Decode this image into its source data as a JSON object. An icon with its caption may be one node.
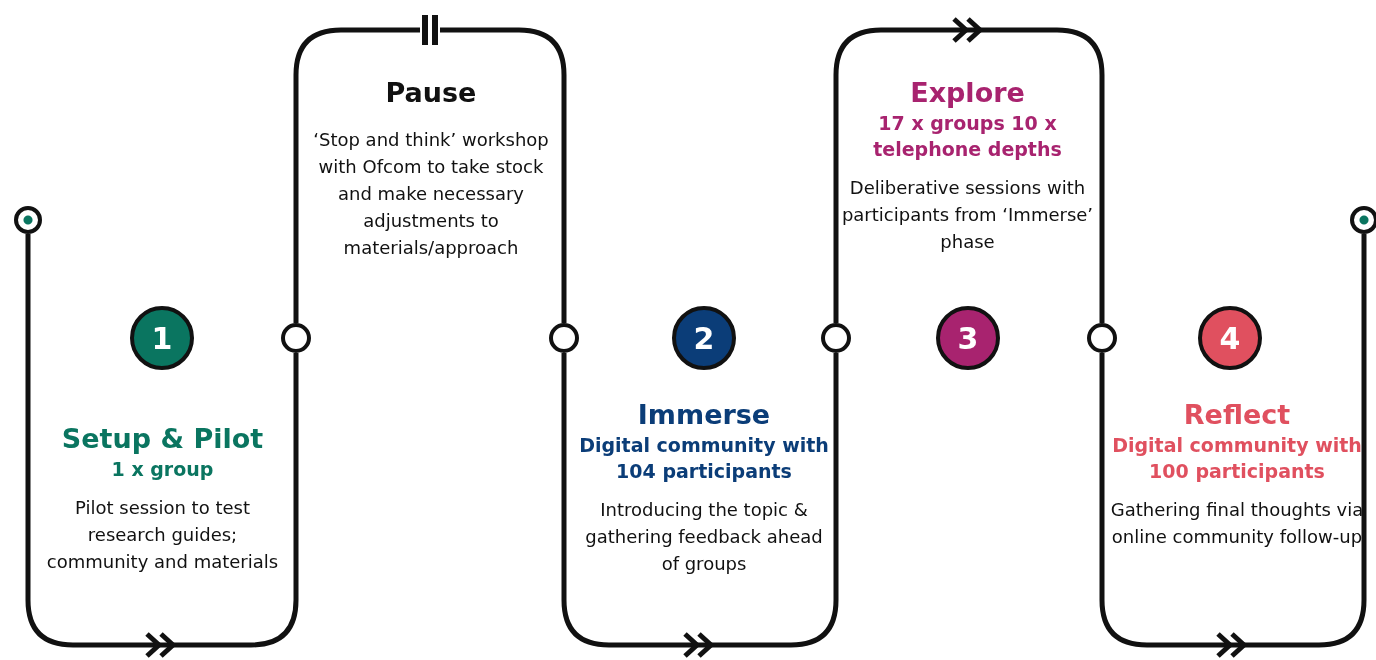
{
  "diagram": {
    "nodes": [
      {
        "text": [],
        "shape": "circle"
      },
      {
        "text": [
          "1"
        ]
      },
      {
        "text": [
          "Setup & Pilot",
          "1 x group",
          "Pilot session to test research guides; community and materials"
        ]
      },
      {
        "text": [],
        "shape": "circle"
      },
      {
        "text": [
          "Pause",
          "‘Stop and think’ workshop with Ofcom to take stock and make necessary adjustments to materials/approach"
        ]
      },
      {
        "text": [],
        "shape": "circle"
      },
      {
        "text": [
          "2"
        ]
      },
      {
        "text": [
          "Immerse",
          "Digital community with 104 participants",
          "Introducing the topic & gathering feedback ahead of groups"
        ]
      },
      {
        "text": [],
        "shape": "circle"
      },
      {
        "text": [
          "Explore",
          "17 x groups 10 x telephone depths",
          "Deliberative sessions with participants from ‘Immerse’ phase"
        ]
      },
      {
        "text": [
          "3"
        ]
      },
      {
        "text": [],
        "shape": "circle"
      },
      {
        "text": [
          "4"
        ]
      },
      {
        "text": [
          "Reflect",
          "Digital community with 100 participants",
          "Gathering final thoughts via online community follow-up"
        ]
      },
      {
        "text": [],
        "shape": "circle"
      }
    ],
    "edges": [
      {
        "from": 0,
        "to": 3,
        "arrow": "to"
      },
      {
        "from": 3,
        "to": 5,
        "arrow": "none"
      },
      {
        "from": 5,
        "to": 8,
        "arrow": "to"
      },
      {
        "from": 8,
        "to": 11,
        "arrow": "to"
      },
      {
        "from": 11,
        "to": 14,
        "arrow": "to"
      }
    ]
  }
}
